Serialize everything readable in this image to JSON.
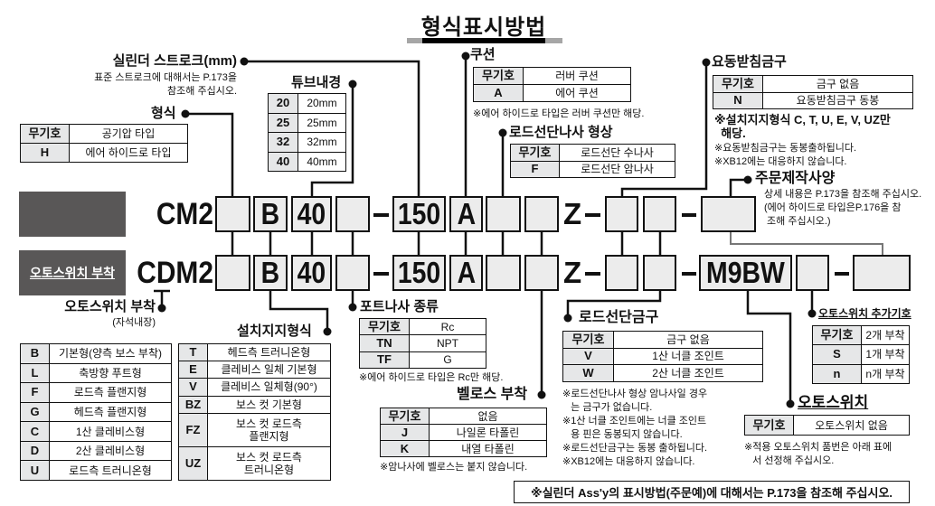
{
  "title": "형식표시방법",
  "models": {
    "row1_prefix": "CM2",
    "row2_prefix": "CDM2",
    "row2_badge": "오토스위치 부착"
  },
  "code": {
    "mount": "B",
    "bore": "40",
    "stroke": "150",
    "cushion": "A",
    "z": "Z",
    "switch": "M9BW"
  },
  "stroke": {
    "label": "실린더 스트로크(mm)",
    "notes": [
      "표준 스트로크에 대해서는 P.173을",
      "참조해 주십시오."
    ]
  },
  "bore": {
    "label": "튜브내경",
    "rows": [
      [
        "20",
        "20mm"
      ],
      [
        "25",
        "25mm"
      ],
      [
        "32",
        "32mm"
      ],
      [
        "40",
        "40mm"
      ]
    ]
  },
  "type": {
    "label": "형식",
    "rows": [
      [
        "무기호",
        "공기압 타입"
      ],
      [
        "H",
        "에어 하이드로 타입"
      ]
    ]
  },
  "cushion": {
    "label": "쿠션",
    "rows": [
      [
        "무기호",
        "러버 쿠션"
      ],
      [
        "A",
        "에어 쿠션"
      ]
    ],
    "notes": [
      "※에어 하이드로 타입은 러버 쿠션만 해당."
    ]
  },
  "rod_thread": {
    "label": "로드선단나사 형상",
    "rows": [
      [
        "무기호",
        "로드선단 수나사"
      ],
      [
        "F",
        "로드선단 암나사"
      ]
    ]
  },
  "pivot": {
    "label": "요동받침금구",
    "rows": [
      [
        "무기호",
        "금구 없음"
      ],
      [
        "N",
        "요동받침금구 동봉"
      ]
    ],
    "notes_bold": [
      "※설치지지형식 C, T, U, E, V, UZ만",
      "  해당."
    ],
    "notes": [
      "※요동받침금구는 동봉출하됩니다.",
      "※XB12에는 대응하지 않습니다."
    ]
  },
  "made_to_order": {
    "label": "주문제작사양",
    "notes": [
      "상세 내용은 P.173을 참조해 주십시오.",
      "(에어 하이드로 타입은P.176을 참",
      " 조해 주십시오.)"
    ]
  },
  "switch_mount": {
    "label": "오토스위치 부착",
    "sub": "(자석내장)"
  },
  "mounting": {
    "label": "설치지지형식",
    "left": [
      [
        "B",
        "기본형(양측 보스 부착)"
      ],
      [
        "L",
        "축방향 푸트형"
      ],
      [
        "F",
        "로드측 플랜지형"
      ],
      [
        "G",
        "헤드측 플랜지형"
      ],
      [
        "C",
        "1산 클레비스형"
      ],
      [
        "D",
        "2산 클레비스형"
      ],
      [
        "U",
        "로드측 트러니온형"
      ]
    ],
    "right": [
      [
        "T",
        "헤드측 트러니온형"
      ],
      [
        "E",
        "클레비스 일체 기본형"
      ],
      [
        "V",
        "클레비스 일체형(90°)"
      ],
      [
        "BZ",
        "보스 컷 기본형"
      ],
      [
        "FZ",
        "보스 컷 로드측\n플랜지형"
      ],
      [
        "UZ",
        "보스 컷 로드측\n트러니온형"
      ]
    ]
  },
  "port": {
    "label": "포트나사 종류",
    "rows": [
      [
        "무기호",
        "Rc"
      ],
      [
        "TN",
        "NPT"
      ],
      [
        "TF",
        "G"
      ]
    ],
    "notes": [
      "※에어 하이드로 타입은 Rc만 해당."
    ]
  },
  "bellows": {
    "label": "벨로스 부착",
    "rows": [
      [
        "무기호",
        "없음"
      ],
      [
        "J",
        "나일론 타폴린"
      ],
      [
        "K",
        "내열 타폴린"
      ]
    ],
    "notes": [
      "※암나사에 벨로스는 붙지 않습니다."
    ]
  },
  "rod_end": {
    "label": "로드선단금구",
    "rows": [
      [
        "무기호",
        "금구 없음"
      ],
      [
        "V",
        "1산 너클 조인트"
      ],
      [
        "W",
        "2산 너클 조인트"
      ]
    ],
    "notes": [
      "※로드선단나사 형상 암나사일 경우",
      "   는 금구가 없습니다.",
      "※1산 너클 조인트에는 너클 조인트",
      "   용 핀은 동봉되지 않습니다.",
      "※로드선단금구는 동봉 출하됩니다.",
      "※XB12에는 대응하지 않습니다."
    ]
  },
  "switch_qty": {
    "label": "오토스위치 추가기호",
    "rows": [
      [
        "무기호",
        "2개 부착"
      ],
      [
        "S",
        "1개 부착"
      ],
      [
        "n",
        "n개 부착"
      ]
    ]
  },
  "switch": {
    "label": "오토스위치",
    "rows": [
      [
        "무기호",
        "오토스위치 없음"
      ]
    ],
    "notes": [
      "※적용 오토스위치 품번은 아래 표에",
      "   서 선정해 주십시오."
    ]
  },
  "footer": "※실린더 Ass'y의 표시방법(주문예)에 대해서는 P.173을 참조해 주십시오."
}
